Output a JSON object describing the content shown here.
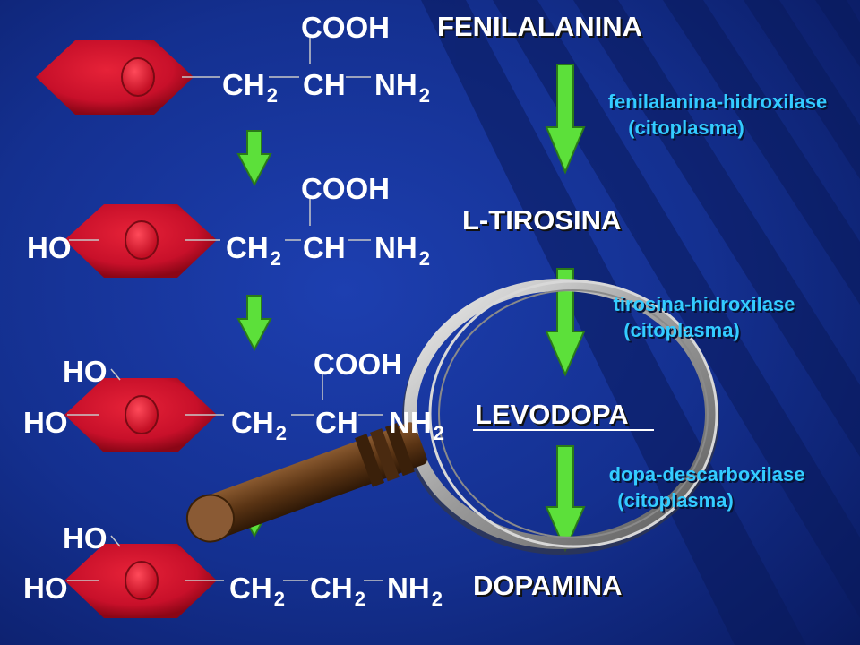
{
  "titles": {
    "fenilalanina": "FENILALANINA",
    "tirosina": "L-TIROSINA",
    "levodopa": "LEVODOPA",
    "dopamina": "DOPAMINA"
  },
  "enzymes": {
    "e1_name": "fenilalanina-hidroxilase",
    "e1_loc": "(citoplasma)",
    "e2_name": "tirosina-hidroxilase",
    "e2_loc": "(citoplasma)",
    "e3_name": "dopa-descarboxilase",
    "e3_loc": "(citoplasma)"
  },
  "chem": {
    "cooh": "COOH",
    "ch": "CH",
    "c": "C",
    "h": "H",
    "n": "N",
    "sub2": "2",
    "ho": "HO"
  },
  "colors": {
    "ring_red": "#d0142a",
    "arrow_green": "#5ce03a",
    "enzyme_text": "#33ccff",
    "background": "#1a3aa8"
  }
}
